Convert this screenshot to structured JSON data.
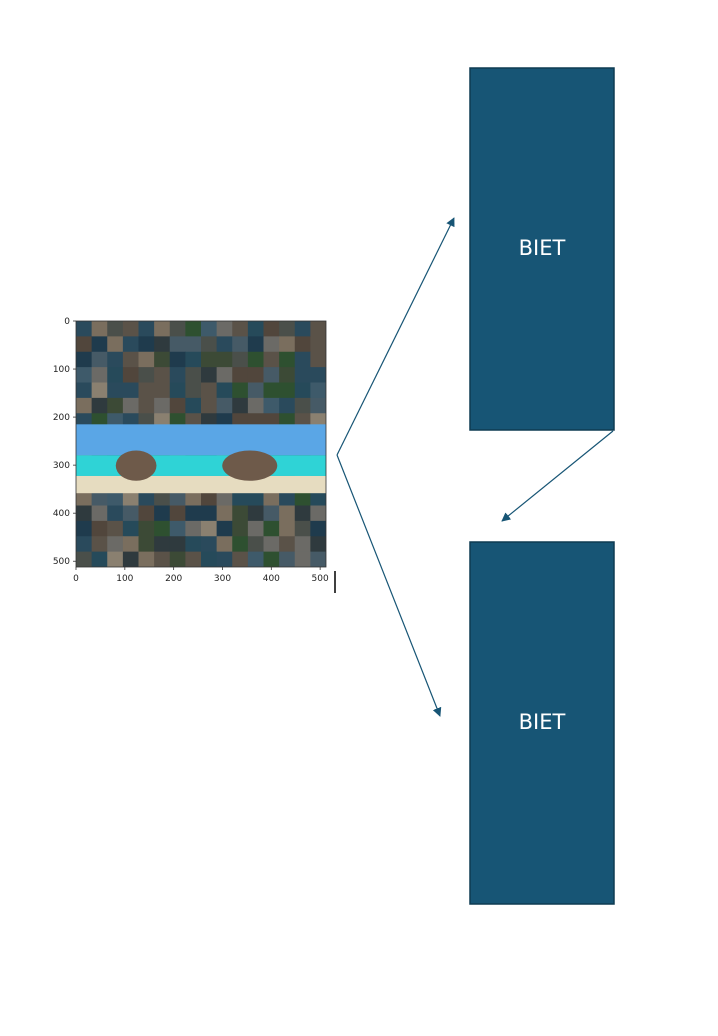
{
  "image_panel": {
    "x_ticks": [
      "0",
      "100",
      "200",
      "300",
      "400",
      "500"
    ],
    "y_ticks": [
      "0",
      "100",
      "200",
      "300",
      "400",
      "500"
    ]
  },
  "boxes": [
    {
      "label": "BIET"
    },
    {
      "label": "BIET"
    }
  ],
  "colors": {
    "box_fill": "#175575",
    "box_stroke": "#0e3b52",
    "arrow": "#175575"
  }
}
